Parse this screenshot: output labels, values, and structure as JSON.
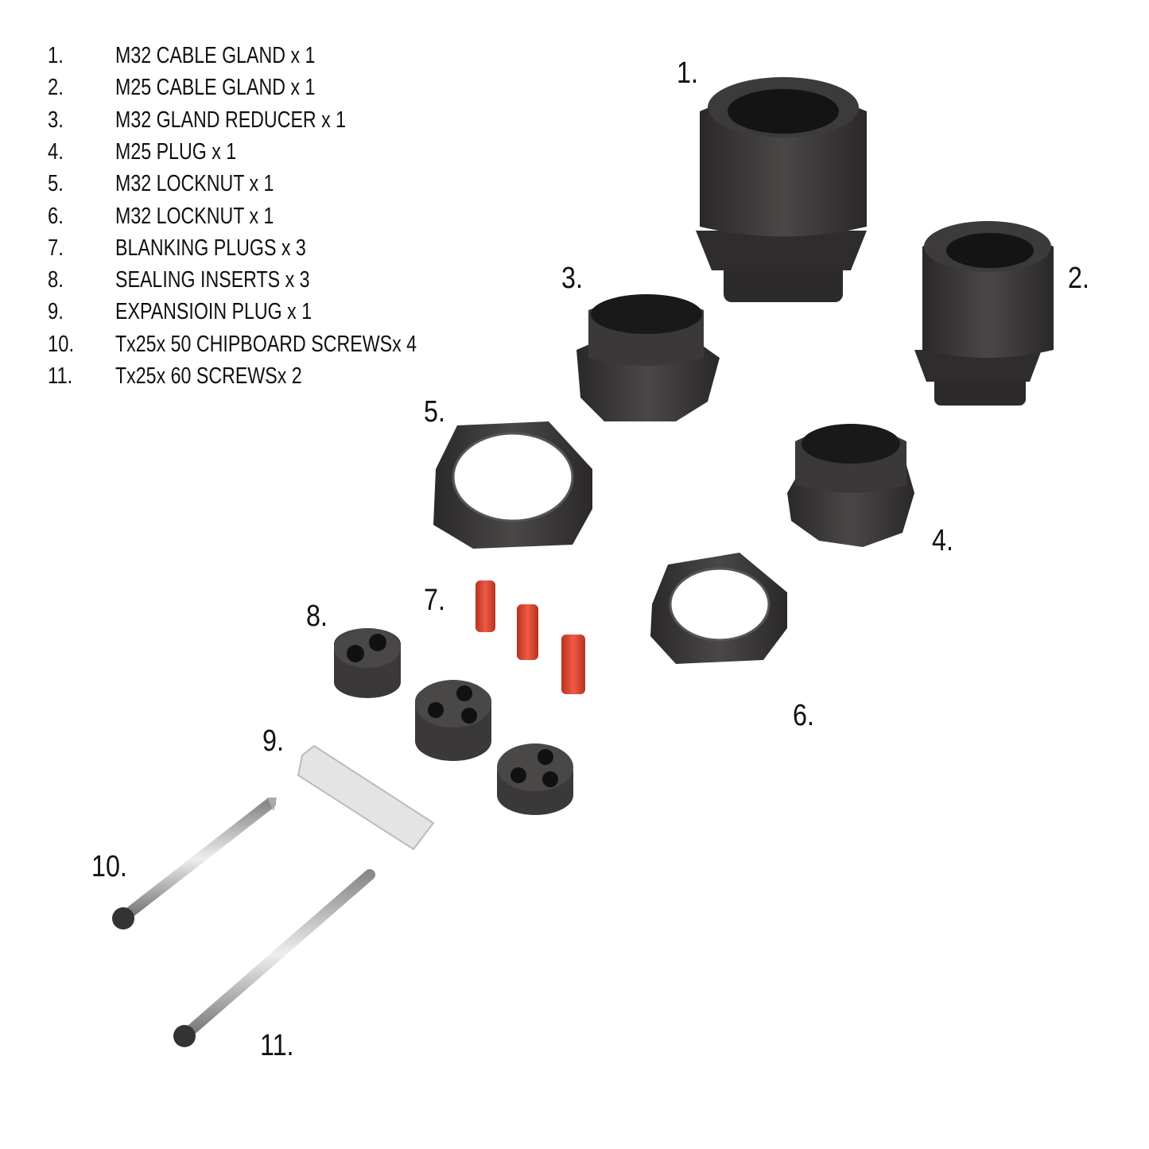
{
  "parts_list": [
    {
      "num": "1.",
      "text": "M32 CABLE GLAND x 1"
    },
    {
      "num": "2.",
      "text": "M25 CABLE GLAND x 1"
    },
    {
      "num": "3.",
      "text": "M32 GLAND REDUCER x 1"
    },
    {
      "num": "4.",
      "text": "M25 PLUG x 1"
    },
    {
      "num": "5.",
      "text": "M32 LOCKNUT x 1"
    },
    {
      "num": "6.",
      "text": "M32 LOCKNUT x 1"
    },
    {
      "num": "7.",
      "text": "BLANKING PLUGS x 3"
    },
    {
      "num": "8.",
      "text": "SEALING INSERTS x 3"
    },
    {
      "num": "9.",
      "text": "EXPANSIOIN PLUG x 1"
    },
    {
      "num": "10.",
      "text": "Tx25x 50 CHIPBOARD SCREWSx 4"
    },
    {
      "num": "11.",
      "text": "Tx25x 60 SCREWSx 2"
    }
  ],
  "callouts": [
    "1.",
    "2.",
    "3.",
    "4.",
    "5.",
    "6.",
    "7.",
    "8.",
    "9.",
    "10.",
    "11."
  ],
  "colors": {
    "part_dark": "#3a3838",
    "part_shadow": "#222",
    "blanking_plug": "#d9402f",
    "anchor": "#e6e6e6",
    "screw": "#b8b8b8"
  }
}
